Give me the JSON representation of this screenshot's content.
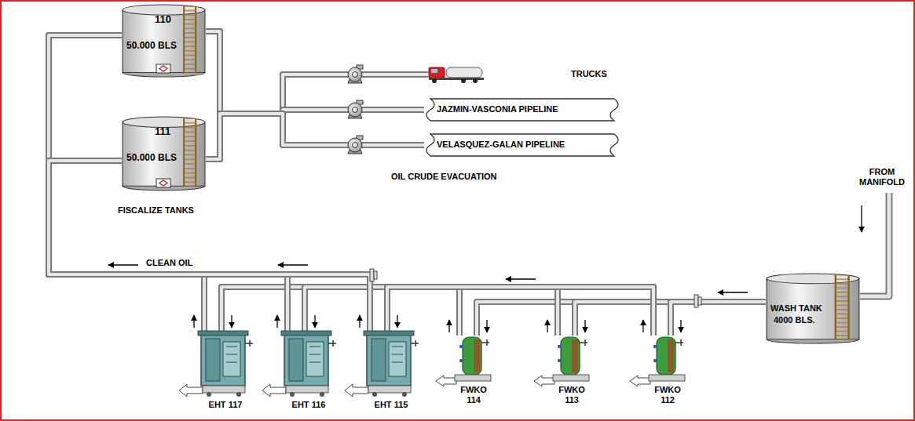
{
  "diagram": {
    "nodes": [
      {
        "text": [
          "110",
          "50.000 BLS"
        ]
      },
      {
        "text": [
          "111",
          "50.000 BLS"
        ]
      },
      {
        "text": [
          "TRUCKS"
        ]
      },
      {
        "text": [
          "JAZMIN-VASCONIA PIPELINE"
        ]
      },
      {
        "text": [
          "VELASQUEZ-GALAN PIPELINE"
        ]
      },
      {
        "text": [
          "WASH TANK",
          "4000 BLS."
        ]
      },
      {
        "text": [
          "EHT 117"
        ]
      },
      {
        "text": [
          "EHT 116"
        ]
      },
      {
        "text": [
          "EHT 115"
        ]
      },
      {
        "text": [
          "FWKO 114"
        ]
      },
      {
        "text": [
          "FWKO 113"
        ]
      },
      {
        "text": [
          "FWKO 112"
        ]
      }
    ],
    "edges": [
      {
        "from": 5,
        "to": 9,
        "arrow": "none"
      },
      {
        "from": 5,
        "to": 10,
        "arrow": "none"
      },
      {
        "from": 5,
        "to": 11,
        "arrow": "none"
      },
      {
        "from": 9,
        "to": 6,
        "arrow": "none"
      },
      {
        "from": 9,
        "to": 7,
        "arrow": "none"
      },
      {
        "from": 9,
        "to": 8,
        "arrow": "none"
      },
      {
        "from": 10,
        "to": 6,
        "arrow": "none"
      },
      {
        "from": 10,
        "to": 7,
        "arrow": "none"
      },
      {
        "from": 10,
        "to": 8,
        "arrow": "none"
      },
      {
        "from": 11,
        "to": 6,
        "arrow": "none"
      },
      {
        "from": 11,
        "to": 7,
        "arrow": "none"
      },
      {
        "from": 11,
        "to": 8,
        "arrow": "none"
      },
      {
        "from": 6,
        "to": 0,
        "arrow": "none"
      },
      {
        "from": 6,
        "to": 1,
        "arrow": "none"
      },
      {
        "from": 7,
        "to": 0,
        "arrow": "none"
      },
      {
        "from": 7,
        "to": 1,
        "arrow": "none"
      },
      {
        "from": 8,
        "to": 0,
        "arrow": "none"
      },
      {
        "from": 8,
        "to": 1,
        "arrow": "none"
      },
      {
        "from": 0,
        "to": 2,
        "arrow": "none"
      },
      {
        "from": 0,
        "to": 3,
        "arrow": "none"
      },
      {
        "from": 0,
        "to": 4,
        "arrow": "none"
      },
      {
        "from": 1,
        "to": 2,
        "arrow": "none"
      },
      {
        "from": 1,
        "to": 3,
        "arrow": "none"
      },
      {
        "from": 1,
        "to": 4,
        "arrow": "none"
      }
    ],
    "labels": [
      "FISCALIZE TANKS",
      "OIL CRUDE EVACUATION",
      "FROM MANIFOLD",
      "CLEAN OIL"
    ]
  }
}
